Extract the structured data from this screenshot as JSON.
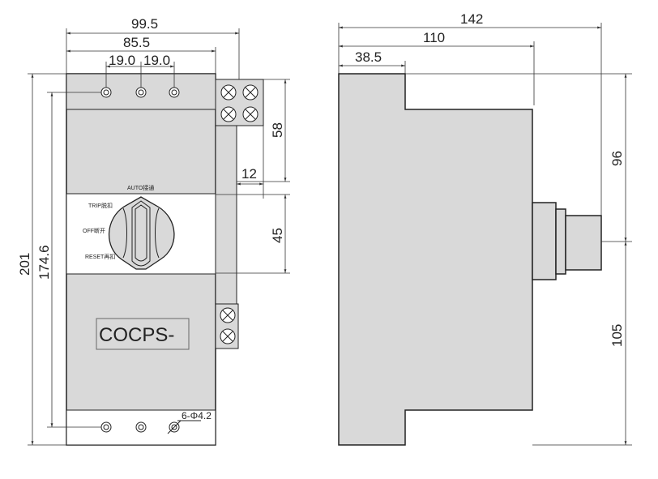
{
  "front_view": {
    "dims": {
      "width_total": "99.5",
      "width_body": "85.5",
      "pitch_1": "19.0",
      "pitch_2": "19.0",
      "height_total": "201",
      "height_holes": "174.6",
      "terminal_height": "58",
      "handle_height": "45",
      "terminal_offset": "12"
    },
    "switch_labels": {
      "auto": "AUTO接通",
      "trip": "TRIP脱扣",
      "off": "OFF断开",
      "reset": "RESET再扣"
    },
    "model_label": "COCPS-",
    "hole_note": "6-Φ4.2"
  },
  "side_view": {
    "dims": {
      "depth_total": "142",
      "depth_body": "110",
      "depth_step": "38.5",
      "upper_height": "96",
      "lower_height": "105"
    }
  }
}
